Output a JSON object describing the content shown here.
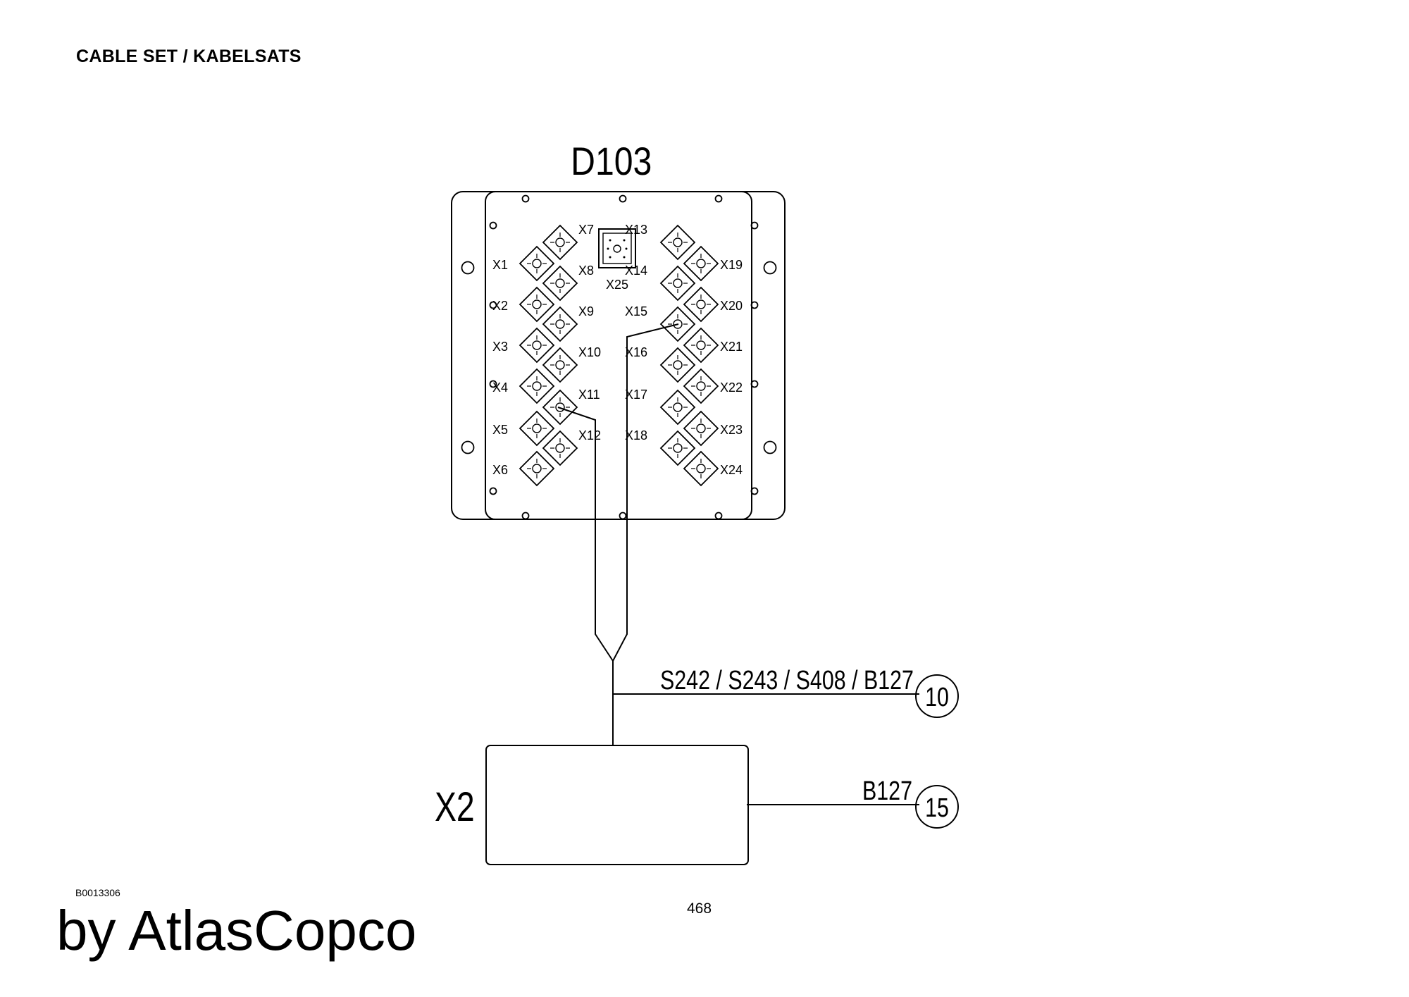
{
  "header": {
    "title": "CABLE SET / KABELSATS"
  },
  "diagram": {
    "panel": {
      "title": "D103",
      "connectors": {
        "left_outer": [
          "X1",
          "X2",
          "X3",
          "X4",
          "X5",
          "X6"
        ],
        "left_inner": [
          "X7",
          "X8",
          "X9",
          "X10",
          "X11",
          "X12"
        ],
        "right_inner": [
          "X13",
          "X14",
          "X15",
          "X16",
          "X17",
          "X18"
        ],
        "right_outer": [
          "X19",
          "X20",
          "X21",
          "X22",
          "X23",
          "X24"
        ],
        "center": "X25"
      }
    },
    "box": {
      "label": "X2"
    },
    "cables": [
      {
        "label": "S242 / S243 / S408 / B127",
        "ref": "10"
      },
      {
        "label": "B127",
        "ref": "15"
      }
    ]
  },
  "footer": {
    "doc_code": "B0013306",
    "page": "468",
    "brand": "by AtlasCopco"
  }
}
